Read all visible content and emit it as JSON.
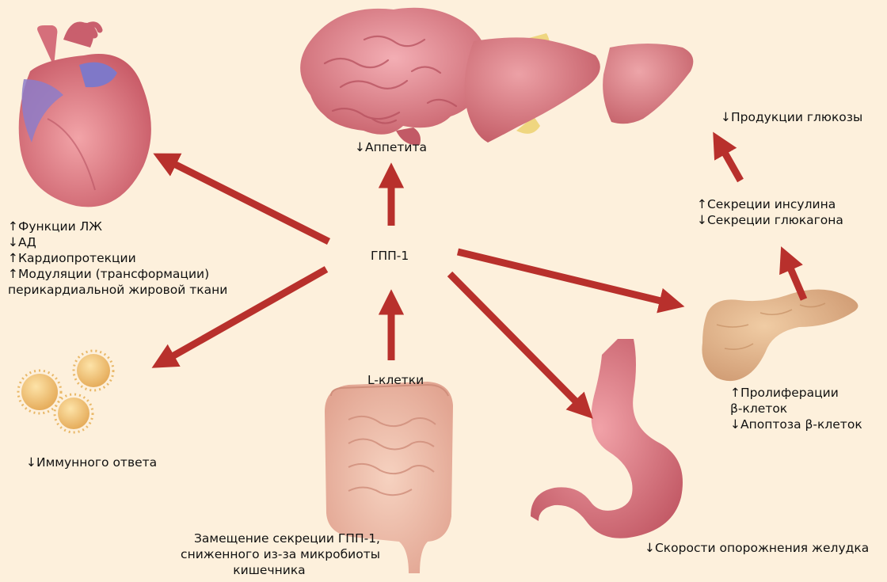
{
  "diagram": {
    "hub": "ГПП-1",
    "source": "L-клетки",
    "brain_effect": "↓Аппетита",
    "liver_effect": "↓Продукции глюкозы",
    "heart_effects": [
      "↑Функции ЛЖ",
      "↓АД",
      "↑Кардиопротекции",
      "↑Модуляции (трансформации)",
      "перикардиальной жировой ткани"
    ],
    "islet_effects": [
      "↑Секреции инсулина",
      "↓Секреции глюкагона"
    ],
    "beta_cell_effects": [
      "↑Пролиферации",
      "β-клеток",
      "↓Апоптоза β-клеток"
    ],
    "immune_effect": "↓Иммунного ответа",
    "stomach_effect": "↓Скорости опорожнения желудка",
    "microbiota_note": [
      "Замещение секреции ГПП-1,",
      "сниженного из-за микробиоты",
      "кишечника"
    ]
  },
  "colors": {
    "background": "#fdf0dc",
    "arrow": "#b8302c",
    "organ_pink": "#e48a92",
    "heart_blue": "#7f78c8",
    "liver": "#d9868c",
    "pancreas": "#e2b88e",
    "immune_cell": "#f4cc82"
  }
}
